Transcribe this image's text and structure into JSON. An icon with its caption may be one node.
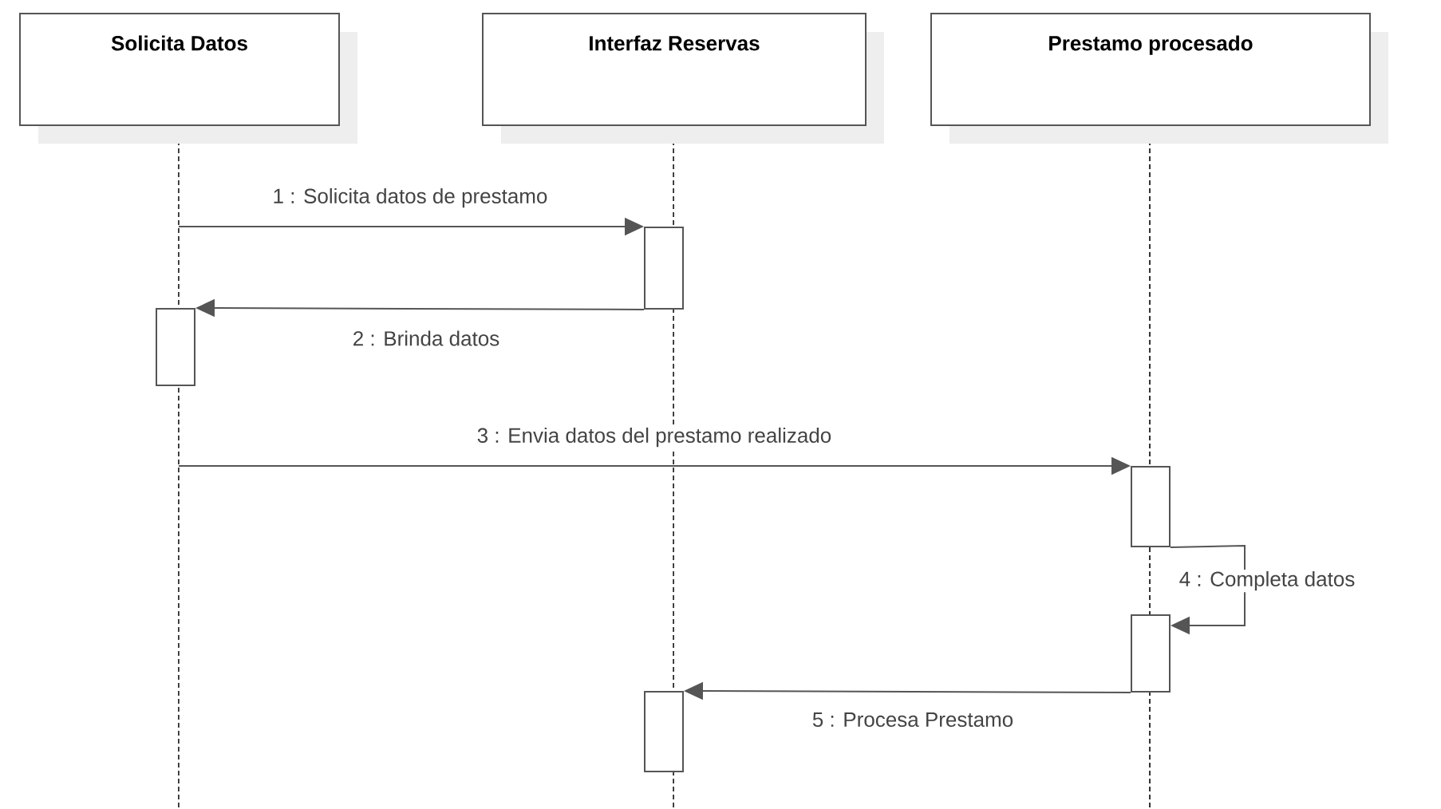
{
  "diagram": {
    "nodes": [
      {
        "text": [
          "Solicita Datos"
        ]
      },
      {
        "text": [
          "Interfaz Reservas"
        ]
      },
      {
        "text": [
          "Prestamo procesado"
        ]
      },
      {
        "text": [],
        "shape": "bar"
      },
      {
        "text": [],
        "shape": "bar"
      },
      {
        "text": [],
        "shape": "bar"
      },
      {
        "text": [],
        "shape": "bar"
      },
      {
        "text": [],
        "shape": "bar"
      }
    ],
    "edges": [
      {
        "from": null,
        "to": 3,
        "arrow": "to",
        "label": "1 : Solicita datos de prestamo"
      },
      {
        "from": 3,
        "to": 4,
        "arrow": "to",
        "label": "2 : Brinda datos"
      },
      {
        "from": null,
        "to": 5,
        "arrow": "to",
        "label": "3 : Envia datos del prestamo realizado"
      },
      {
        "from": 5,
        "to": 6,
        "arrow": "to",
        "label": "4 : Completa datos"
      },
      {
        "from": 6,
        "to": 7,
        "arrow": "to",
        "label": "5 : Procesa Prestamo"
      }
    ]
  }
}
